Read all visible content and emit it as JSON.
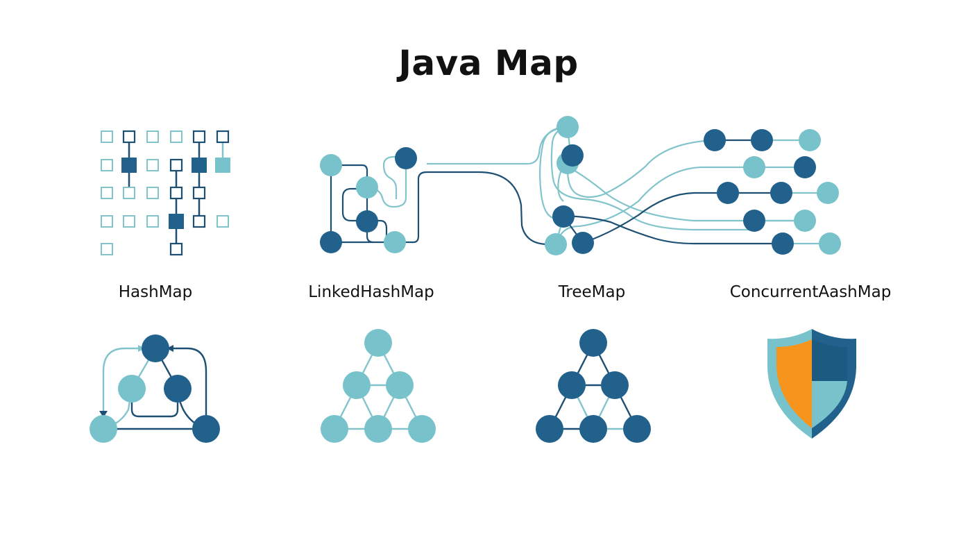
{
  "title": "Java Map",
  "colors": {
    "dark": "#21618c",
    "light": "#78c2cb",
    "darkLine": "#1d4f73",
    "lightLine": "#82c4cc",
    "orange": "#f7941d",
    "background": "#ffffff",
    "text": "#111111"
  },
  "sections": [
    {
      "id": "hashmap",
      "label": "HashMap",
      "icon": "bucket-grid-icon",
      "tree_icon": "linked-cycle-graph-icon"
    },
    {
      "id": "linkedhashmap",
      "label": "LinkedHashMap",
      "icon": "linked-nodes-icon",
      "tree_icon": "triangle-graph-light-icon"
    },
    {
      "id": "treemap",
      "label": "TreeMap",
      "icon": "node-network-icon",
      "tree_icon": "triangle-graph-dark-icon"
    },
    {
      "id": "concurrenthashmap",
      "label": "ConcurrentAashMap",
      "icon": "chain-rows-icon",
      "tree_icon": "shield-icon"
    }
  ]
}
